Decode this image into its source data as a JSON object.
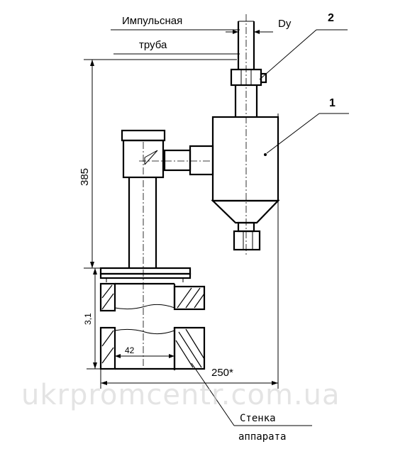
{
  "labels": {
    "impulse_line_1": "Импульсная",
    "impulse_line_2": "труба",
    "nominal_diameter": "Dy",
    "callout_1": "1",
    "callout_2": "2",
    "dim_height": "385",
    "dim_section": "3,1",
    "dim_pipe": "42",
    "dim_width": "250*",
    "wall_line_1": "Стенка",
    "wall_line_2": "аппарата"
  },
  "watermark": "ukrpromcentr.com.ua"
}
